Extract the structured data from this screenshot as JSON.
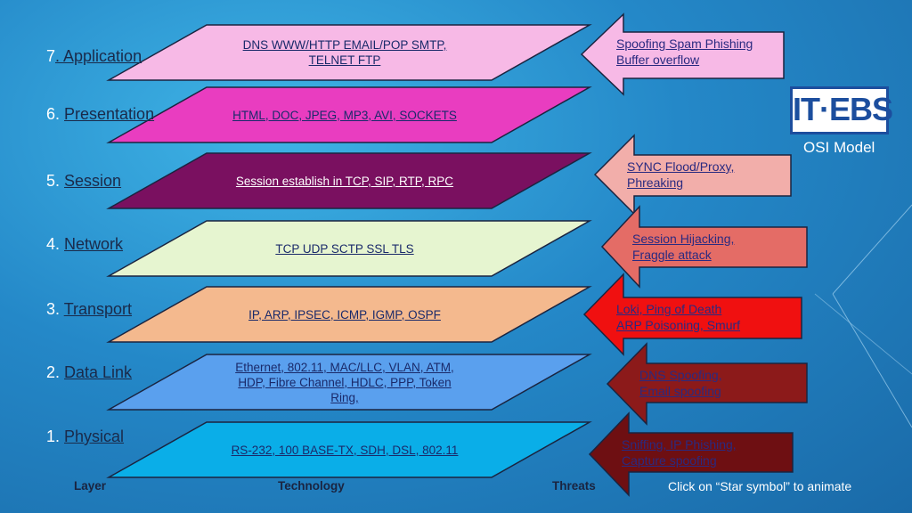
{
  "layers": [
    {
      "num": "7",
      "name": ". Application",
      "fill": "#f7b9e6",
      "text_color": "#1a2a6a",
      "tech": [
        "DNS  WWW/HTTP   EMAIL/POP  SMTP,",
        "TELNET  FTP"
      ],
      "threat_fill": "#f7b9e6",
      "threats": [
        "Spoofing  Spam  Phishing",
        "Buffer overflow"
      ]
    },
    {
      "num": "6",
      "name": "Presentation",
      "fill": "#e93dc0",
      "text_color": "#1a2a6a",
      "tech": [
        "HTML, DOC, JPEG, MP3, AVI, SOCKETS"
      ]
    },
    {
      "num": "5",
      "name": "Session",
      "fill": "#7a1060",
      "text_color": "#ffffff",
      "tech": [
        "Session establish in TCP, SIP, RTP, RPC"
      ],
      "threat_fill": "#f2aeaa",
      "threats": [
        "SYNC Flood/Proxy,",
        "Phreaking"
      ]
    },
    {
      "num": "4",
      "name": "Network",
      "fill": "#e6f5d0",
      "text_color": "#1a2a6a",
      "tech": [
        "TCP  UDP  SCTP  SSL  TLS"
      ],
      "threat_fill": "#e46c66",
      "threats": [
        "Session Hijacking,",
        "Fraggle attack"
      ]
    },
    {
      "num": "3",
      "name": "Transport",
      "fill": "#f4b98e",
      "text_color": "#1a2a6a",
      "tech": [
        "IP, ARP, IPSEC, ICMP, IGMP, OSPF"
      ],
      "threat_fill": "#f01010",
      "threats": [
        "Loki, Ping of Death",
        "ARP Poisoning, Smurf"
      ]
    },
    {
      "num": "2",
      "name": "Data Link",
      "fill": "#5aa0ee",
      "text_color": "#1a2a6a",
      "tech": [
        "Ethernet, 802.11, MAC/LLC, VLAN, ATM,",
        "HDP, Fibre Channel, HDLC, PPP, Token",
        "Ring,"
      ],
      "threat_fill": "#8c1a1a",
      "threats": [
        "DNS Spoofing,",
        "Email spoofing"
      ]
    },
    {
      "num": "1",
      "name": "Physical",
      "fill": "#0aaee8",
      "text_color": "#1a2a6a",
      "tech": [
        "RS-232, 100 BASE-TX, SDH, DSL, 802.11"
      ],
      "threat_fill": "#6e0f12",
      "threats": [
        "Sniffing, IP Phishing,",
        "Capture spoofing"
      ]
    }
  ],
  "footer": {
    "layer": "Layer",
    "technology": "Technology",
    "threats": "Threats",
    "hint": "Click on “Star symbol” to animate"
  },
  "logo": {
    "text": "IT·EBS",
    "caption": "OSI Model"
  },
  "colors": {
    "logo_blue": "#1c4e9e"
  }
}
